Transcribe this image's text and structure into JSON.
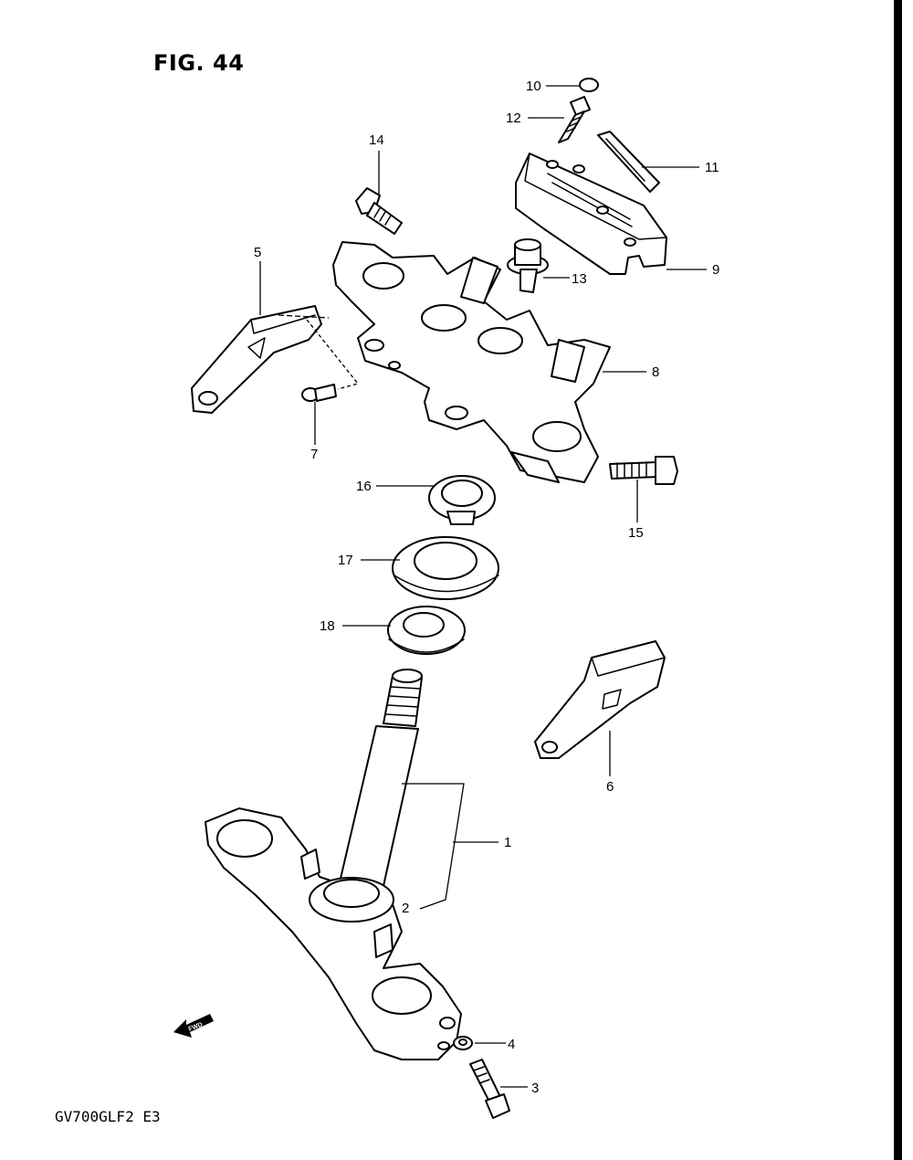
{
  "figure": {
    "title": "FIG. 44",
    "model_code": "GV700GLF2  E3",
    "fwd_label": "FWD"
  },
  "callouts": [
    "1",
    "2",
    "3",
    "4",
    "5",
    "6",
    "7",
    "8",
    "9",
    "10",
    "11",
    "12",
    "13",
    "14",
    "15",
    "16",
    "17",
    "18"
  ]
}
